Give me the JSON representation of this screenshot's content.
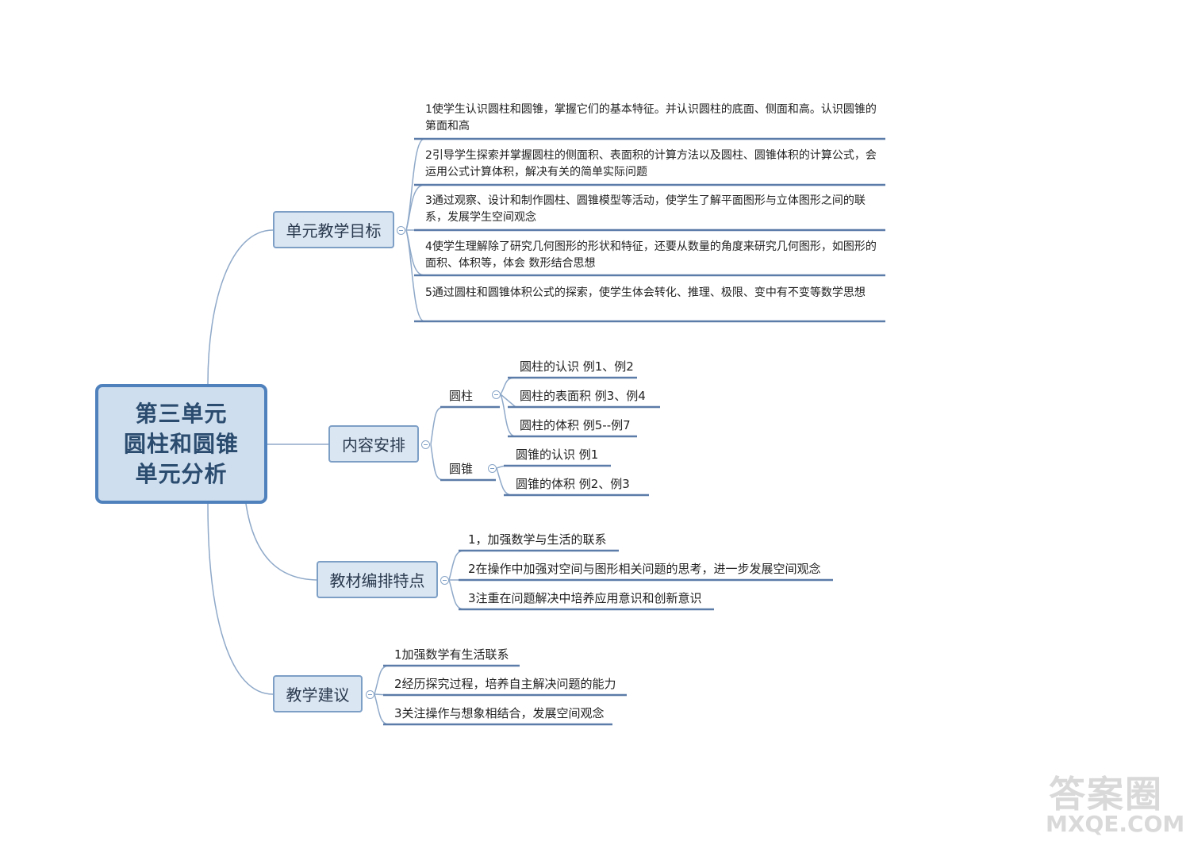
{
  "root": {
    "lines": [
      "第三单元",
      "圆柱和圆锥",
      "单元分析"
    ]
  },
  "branches": {
    "goals": {
      "label": "单元教学目标",
      "items": [
        "1使学生认识圆柱和圆锥，掌握它们的基本特征。并认识圆柱的底面、侧面和高。认识圆锥的第面和高",
        "2引导学生探索并掌握圆柱的侧面积、表面积的计算方法以及圆柱、圆锥体积的计算公式，会运用公式计算体积，解决有关的简单实际问题",
        "3通过观察、设计和制作圆柱、圆锥模型等活动，使学生了解平面图形与立体图形之间的联系，发展学生空间观念",
        "4使学生理解除了研究几何图形的形状和特征，还要从数量的角度来研究几何图形，如图形的面积、体积等，体会 数形结合思想",
        "5通过圆柱和圆锥体积公式的探索，使学生体会转化、推理、极限、变中有不变等数学思想"
      ]
    },
    "content": {
      "label": "内容安排",
      "cylinder": {
        "label": "圆柱",
        "items": [
          "圆柱的认识  例1、例2",
          "圆柱的表面积  例3、例4",
          "圆柱的体积  例5--例7"
        ]
      },
      "cone": {
        "label": "圆锥",
        "items": [
          "圆锥的认识   例1",
          "圆锥的体积   例2、例3"
        ]
      }
    },
    "features": {
      "label": "教材编排特点",
      "items": [
        "1，加强数学与生活的联系",
        "2在操作中加强对空间与图形相关问题的思考，进一步发展空间观念",
        "3注重在问题解决中培养应用意识和创新意识"
      ]
    },
    "advice": {
      "label": "教学建议",
      "items": [
        "1加强数学有生活联系",
        "2经历探究过程，培养自主解决问题的能力",
        "3关注操作与想象相结合，发展空间观念"
      ]
    }
  },
  "watermark": {
    "top": "答案圈",
    "bottom": "MXQE.COM"
  },
  "colors": {
    "root_fill": "#cfdeee",
    "root_border": "#4f81bd",
    "node_fill": "#dbe6f3",
    "node_border": "#7d9fc6",
    "link": "#8fa9c9",
    "underline": "#5b7ba8"
  }
}
